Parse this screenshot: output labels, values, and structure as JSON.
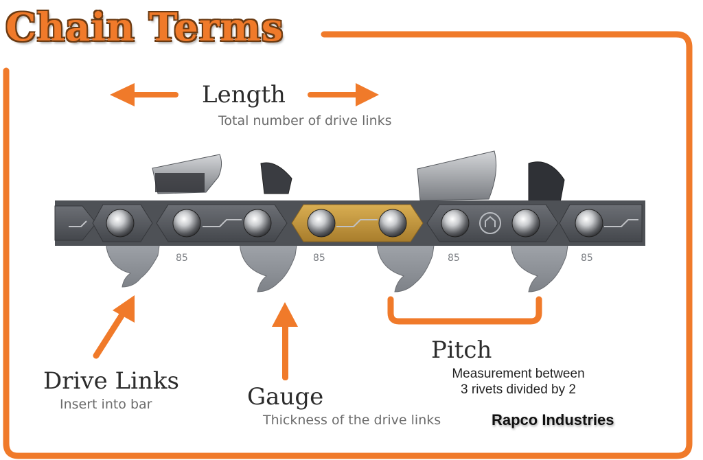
{
  "title": "Chain Terms",
  "length": {
    "term": "Length",
    "description": "Total number of drive links"
  },
  "drive_links": {
    "term": "Drive Links",
    "description": "Insert into bar"
  },
  "gauge": {
    "term": "Gauge",
    "description": "Thickness of the drive links"
  },
  "pitch": {
    "term": "Pitch",
    "description_line1": "Measurement between",
    "description_line2": "3 rivets divided by 2"
  },
  "brand": "Rapco Industries",
  "link_stamps": [
    "85",
    "85",
    "85",
    "85"
  ],
  "colors": {
    "accent": "#f07a2a",
    "highlight_link": "#c99a3e",
    "steel": "#5d6066",
    "steel_light": "#9a9ea5"
  }
}
